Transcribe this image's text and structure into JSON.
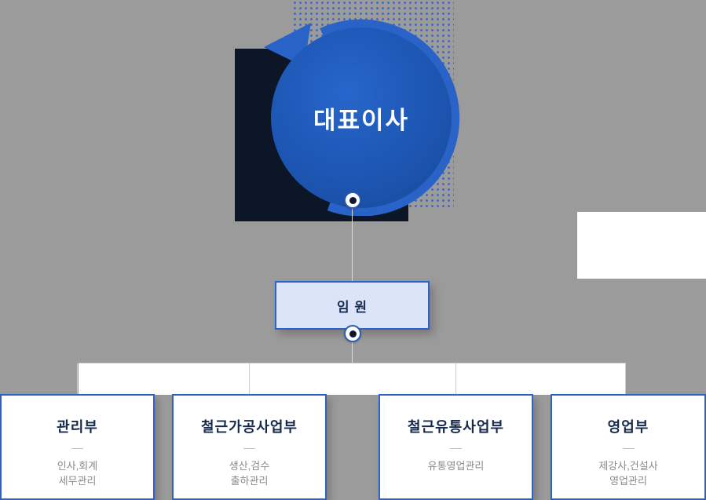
{
  "chart": {
    "ceo": "대표이사",
    "executive": "임 원"
  },
  "departments": [
    {
      "title": "관리부",
      "desc": "인사,회계\n세무관리"
    },
    {
      "title": "철근가공사업부",
      "desc": "생산,검수\n출하관리"
    },
    {
      "title": "철근유통사업부",
      "desc": "유통영업관리"
    },
    {
      "title": "영업부",
      "desc": "제강사,건설사\n영업관리"
    }
  ],
  "colors": {
    "background": "#9b9b9b",
    "accent_blue": "#2f62c8",
    "circle_blue": "#1d56b3",
    "dark_navy": "#0c1626",
    "executive_fill": "#dce4f8",
    "title_navy": "#15294d",
    "desc_gray": "#8a8a8a"
  }
}
